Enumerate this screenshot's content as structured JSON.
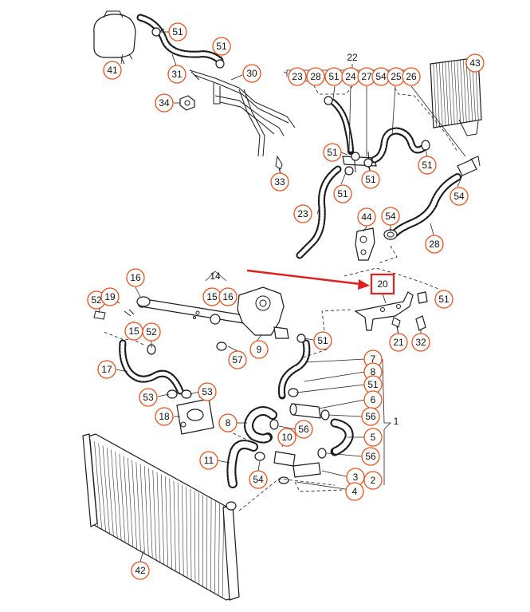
{
  "labels": {
    "l41": "41",
    "l51a": "51",
    "l31": "31",
    "l51b": "51",
    "l30": "30",
    "l34": "34",
    "l33": "33",
    "l43": "43",
    "l22": "22",
    "l23a": "23",
    "l28a": "28",
    "l51c": "51",
    "l24": "24",
    "l27": "27",
    "l54a": "54",
    "l25": "25",
    "l26": "26",
    "l51d": "51",
    "l51e": "51",
    "l51f": "51",
    "l51g": "51",
    "l54b": "54",
    "l23b": "23",
    "l44": "44",
    "l54c": "54",
    "l28b": "28",
    "l20": "20",
    "l16a": "16",
    "l14": "14",
    "l52a": "52",
    "l19": "19",
    "l15a": "15",
    "l16b": "16",
    "l15b": "15",
    "l52b": "52",
    "l51h": "51",
    "l57": "57",
    "l9": "9",
    "l51i": "51",
    "l21": "21",
    "l32": "32",
    "l17": "17",
    "l53a": "53",
    "l53b": "53",
    "l18": "18",
    "l7": "7",
    "l8a": "8",
    "l51j": "51",
    "l6": "6",
    "l56a": "56",
    "l1": "1",
    "l8b": "8",
    "l56b": "56",
    "l10": "10",
    "l5": "5",
    "l11": "11",
    "l54d": "54",
    "l56c": "56",
    "l3": "3",
    "l2": "2",
    "l4": "4",
    "l42": "42"
  },
  "highlight": {
    "label": "20",
    "color": "#e02020"
  },
  "colors": {
    "callout_stroke": "#e2531f",
    "arrow": "#e02020",
    "line": "#1a1a1a"
  }
}
